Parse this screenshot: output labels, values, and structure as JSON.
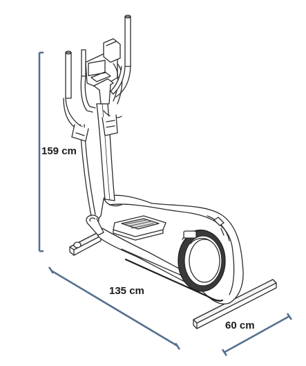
{
  "dimensions": {
    "height": {
      "label": "159 cm",
      "value": 159,
      "unit": "cm"
    },
    "length": {
      "label": "135 cm",
      "value": 135,
      "unit": "cm"
    },
    "width": {
      "label": "60 cm",
      "value": 60,
      "unit": "cm"
    }
  },
  "colors": {
    "dimension_line": "#55708f",
    "outline": "#2b2b2b",
    "flywheel_dark": "#3a3a3a",
    "background": "#ffffff"
  },
  "product": {
    "icon": "elliptical-trainer-icon"
  }
}
